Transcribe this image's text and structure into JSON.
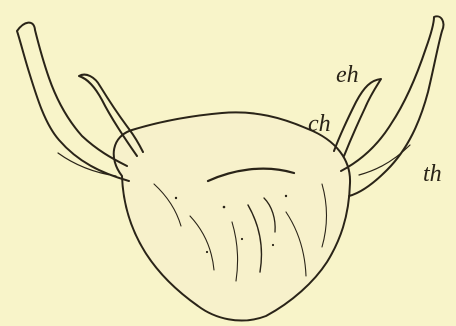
{
  "labels": {
    "eh": "eh",
    "ch": "ch",
    "th": "th"
  },
  "colors": {
    "background": "#f8f4c9",
    "ink": "#2a2418"
  }
}
